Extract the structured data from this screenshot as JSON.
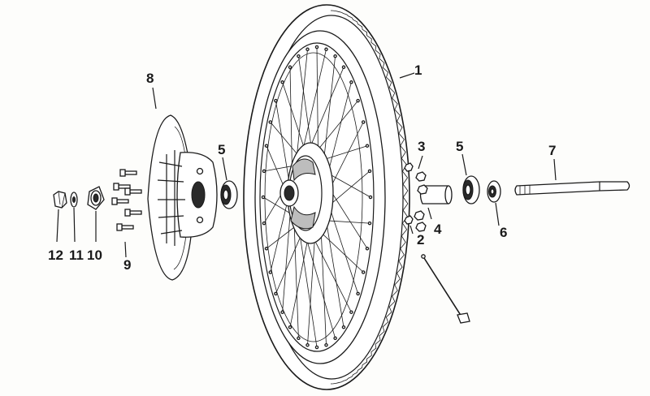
{
  "diagram": {
    "callouts": [
      {
        "id": "c1",
        "text": "1"
      },
      {
        "id": "c2",
        "text": "2"
      },
      {
        "id": "c3",
        "text": "3"
      },
      {
        "id": "c4",
        "text": "4"
      },
      {
        "id": "c5a",
        "text": "5"
      },
      {
        "id": "c5b",
        "text": "5"
      },
      {
        "id": "c6",
        "text": "6"
      },
      {
        "id": "c7",
        "text": "7"
      },
      {
        "id": "c8",
        "text": "8"
      },
      {
        "id": "c9",
        "text": "9"
      },
      {
        "id": "c10",
        "text": "10"
      },
      {
        "id": "c11",
        "text": "11"
      },
      {
        "id": "c12",
        "text": "12"
      }
    ]
  },
  "colors": {
    "ink": "#1a1a1a",
    "paper": "#fdfdfb"
  }
}
